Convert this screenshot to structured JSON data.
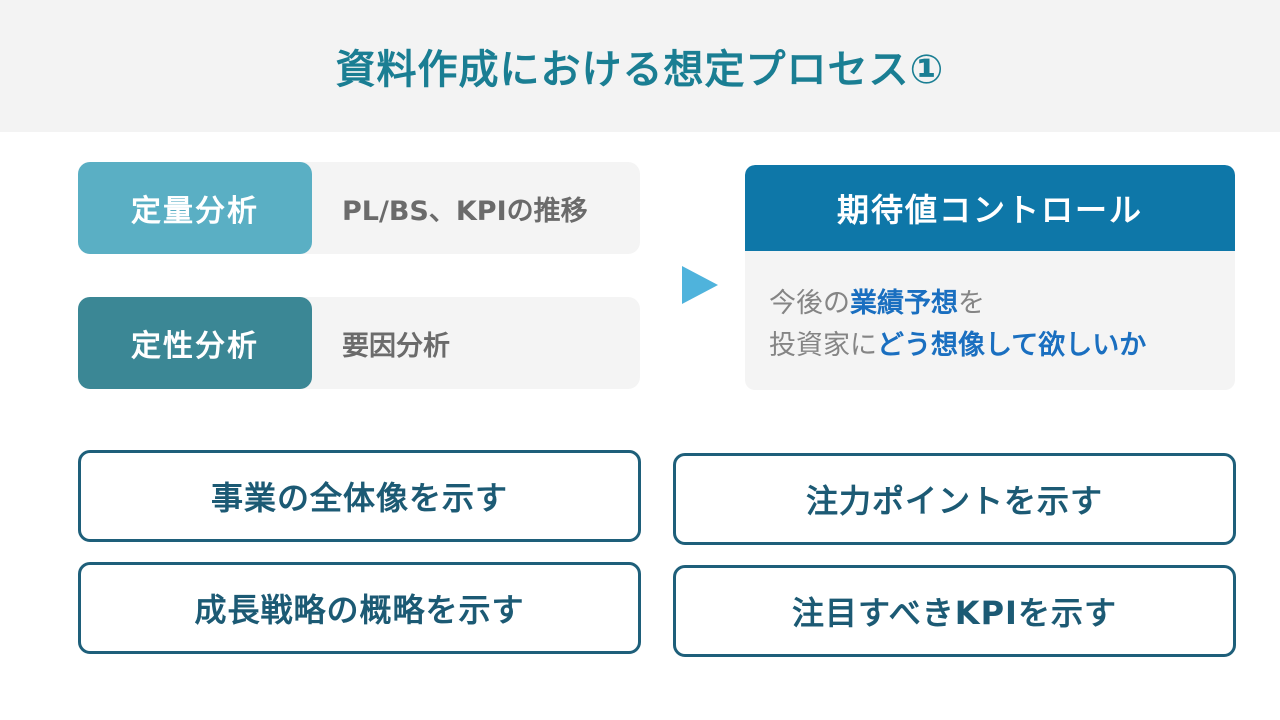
{
  "title": "資料作成における想定プロセス①",
  "analysis": [
    {
      "label": "定量分析",
      "desc": "PL/BS、KPIの推移",
      "color": "#5aafc4"
    },
    {
      "label": "定性分析",
      "desc": "要因分析",
      "color": "#3b8795"
    }
  ],
  "expectation": {
    "heading": "期待値コントロール",
    "line1": {
      "pre": "今後の",
      "highlight": "業績予想",
      "post": "を"
    },
    "line2": {
      "pre": "投資家に",
      "highlight": "どう想像して欲しいか"
    }
  },
  "actions": {
    "left": [
      "事業の全体像を示す",
      "成長戦略の概略を示す"
    ],
    "right": [
      "注力ポイントを示す",
      "注目すべきKPIを示す"
    ]
  },
  "colors": {
    "title": "#1a7e93",
    "arrow": "#4fb3dc",
    "expectation_header": "#0e77a8",
    "highlight": "#1a6fc0",
    "pill_border": "#1e5f7a"
  }
}
